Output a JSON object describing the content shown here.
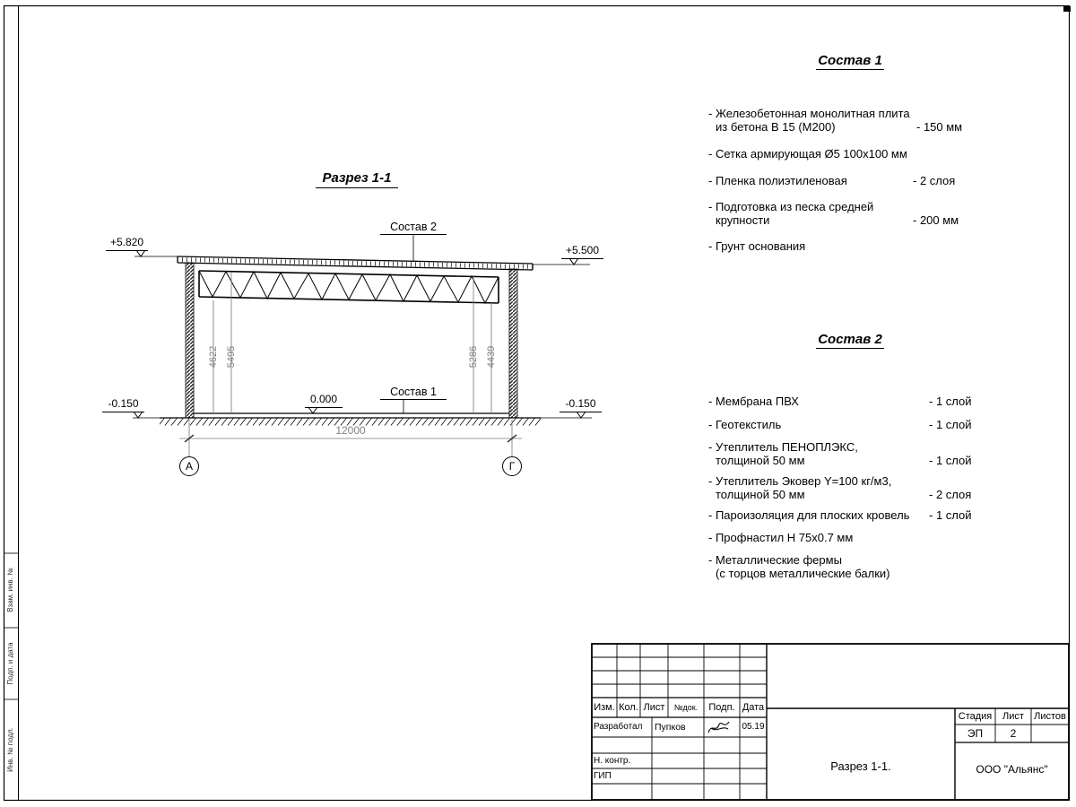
{
  "section": {
    "title": "Разрез 1-1",
    "callout_top": "Состав 2",
    "callout_bottom": "Состав 1",
    "elevations": {
      "left_top": "+5.820",
      "right_top": "+5.500",
      "left_bottom": "-0.150",
      "right_bottom": "-0.150",
      "zero": "0.000"
    },
    "dims": {
      "width": "12000",
      "left_inner": "4622",
      "left_outer": "5495",
      "right_inner": "5286",
      "right_outer": "4439"
    },
    "axes": {
      "left": "А",
      "right": "Г"
    }
  },
  "sostav1": {
    "title": "Состав 1",
    "items": [
      {
        "line1": "- Железобетонная  монолитная плита",
        "line2": "из бетона В 15 (М200)",
        "value": "- 150 мм"
      },
      {
        "line1": "- Сетка армирующая Ø5 100х100 мм",
        "line2": "",
        "value": ""
      },
      {
        "line1": "- Пленка полиэтиленовая",
        "line2": "",
        "value": "- 2 слоя"
      },
      {
        "line1": "- Подготовка из песка средней",
        "line2": "крупности",
        "value": "- 200 мм"
      },
      {
        "line1": "- Грунт основания",
        "line2": "",
        "value": ""
      }
    ]
  },
  "sostav2": {
    "title": "Состав 2",
    "items": [
      {
        "line1": "- Мембрана ПВХ",
        "line2": "",
        "value": "- 1 слой"
      },
      {
        "line1": "- Геотекстиль",
        "line2": "",
        "value": "- 1 слой"
      },
      {
        "line1": "- Утеплитель ПЕНОПЛЭКС,",
        "line2": "толщиной 50 мм",
        "value": "- 1 слой"
      },
      {
        "line1": "- Утеплитель Эковер Y=100 кг/м3,",
        "line2": "толщиной 50 мм",
        "value": "- 2 слоя"
      },
      {
        "line1": "- Пароизоляция для плоских кровель",
        "line2": "",
        "value": "- 1 слой"
      },
      {
        "line1": "- Профнастил Н 75х0.7 мм",
        "line2": "",
        "value": ""
      },
      {
        "line1": "- Металлические фермы",
        "line2": "(с торцов металлические балки)",
        "value": ""
      }
    ]
  },
  "titleblock": {
    "cols": [
      "Изм.",
      "Кол.",
      "Лист",
      "№док.",
      "Подп.",
      "Дата"
    ],
    "developer_label": "Разработал",
    "developer_name": "Пупков",
    "developer_date": "05.19",
    "ncontrol_label": "Н. контр.",
    "gip_label": "ГИП",
    "stage_label": "Стадия",
    "sheet_label": "Лист",
    "sheets_label": "Листов",
    "stage_value": "ЭП",
    "sheet_value": "2",
    "doc_title": "Разрез 1-1.",
    "company": "ООО \"Альянс\""
  },
  "margin": {
    "labels": [
      "Взам. инв. №",
      "Подп. и дата",
      "Инв. № подл."
    ]
  }
}
